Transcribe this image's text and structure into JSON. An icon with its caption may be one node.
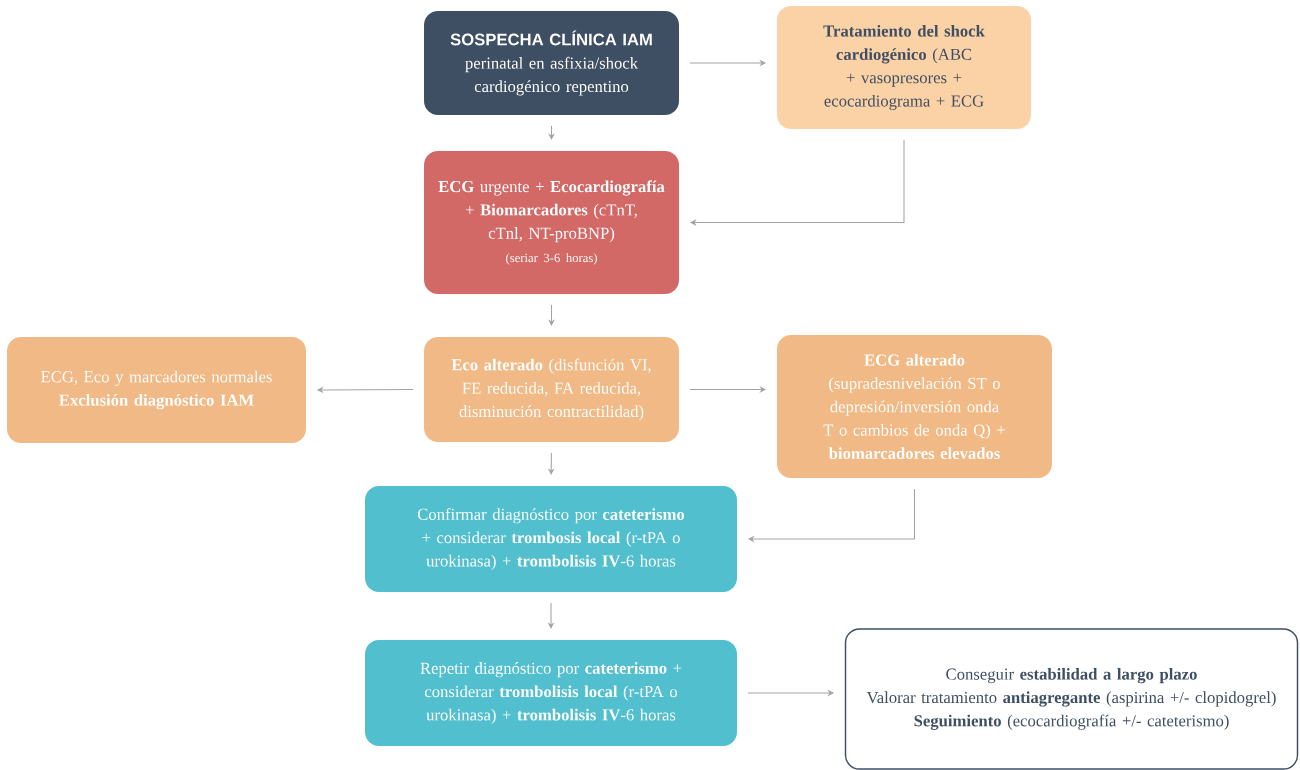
{
  "diagram": {
    "nodes": [
      {
        "text": [
          "SOSPECHA CLÍNICA IAM",
          "perinatal en asfixia/shock cardiogénico repentino"
        ]
      },
      {
        "text": [
          "**Tratamiento del shock cardiogénico** (ABC + vasopresores + ecocardiograma + ECG"
        ]
      },
      {
        "text": [
          "**ECG** urgente + **Ecocardiografía** + **Biomarcadores** (cTnT, cTnl, NT-proBNP)",
          "(seriar 3-6 horas)"
        ]
      },
      {
        "text": [
          "ECG, Eco y marcadores normales",
          "Exclusión diagnóstico IAM"
        ]
      },
      {
        "text": [
          "**Eco alterado** (disfunción VI, FE reducida, FA reducida, disminución contractilidad)"
        ]
      },
      {
        "text": [
          "ECG alterado",
          "(supradesnivelación ST o depresión/inversión onda T o cambios de onda Q) + **biomarcadores elevados**"
        ]
      },
      {
        "text": [
          "Confirmar diagnóstico por **cateterismo** + considerar **trombosis local** (r-tPA o urokinasa) + **trombolisis IV**-6 horas"
        ]
      },
      {
        "text": [
          "Repetir diagnóstico por **cateterismo** + considerar **trombolisis local** (r-tPA o urokinasa) + **trombolisis IV**-6 horas"
        ]
      },
      {
        "text": [
          "Conseguir **estabilidad a largo plazo**",
          "Valorar tratamiento **antiagregante** (aspirina +/- clopidogrel)",
          "**Seguimiento** (ecocardiografía +/- cateterismo)"
        ]
      }
    ],
    "edges": [
      {
        "from": 0,
        "to": 1,
        "arrow": "to"
      },
      {
        "from": 0,
        "to": 2,
        "arrow": "to"
      },
      {
        "from": 1,
        "to": 2,
        "arrow": "to"
      },
      {
        "from": 2,
        "to": 4,
        "arrow": "to"
      },
      {
        "from": 4,
        "to": 3,
        "arrow": "to"
      },
      {
        "from": 4,
        "to": 5,
        "arrow": "to"
      },
      {
        "from": 4,
        "to": 6,
        "arrow": "to"
      },
      {
        "from": 5,
        "to": 6,
        "arrow": "to"
      },
      {
        "from": 6,
        "to": 7,
        "arrow": "to"
      },
      {
        "from": 7,
        "to": 8,
        "arrow": "to"
      }
    ]
  }
}
